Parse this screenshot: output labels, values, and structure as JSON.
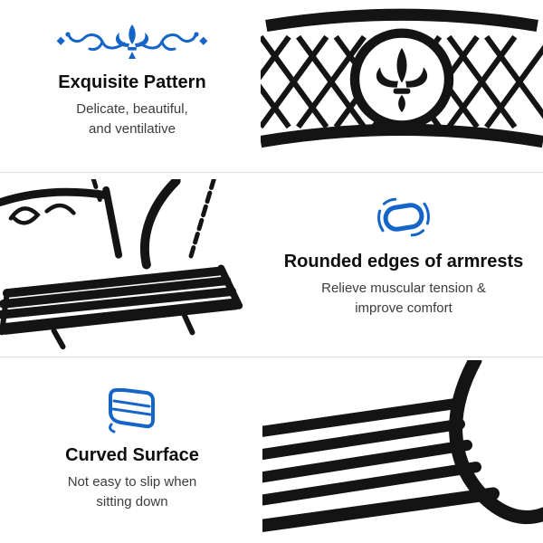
{
  "colors": {
    "accent": "#1565c8",
    "ink": "#141414",
    "heading": "#0e0e0e",
    "body_text": "#3c3c3c",
    "divider": "#dcdcdc",
    "background": "#ffffff"
  },
  "sections": [
    {
      "id": "pattern",
      "icon": "ornamental-scroll-icon",
      "heading": "Exquisite Pattern",
      "line1": "Delicate, beautiful,",
      "line2": "and ventilative",
      "photo": "bench-backrest-pattern-photo"
    },
    {
      "id": "armrests",
      "icon": "rounded-armrest-icon",
      "heading": "Rounded edges of armrests",
      "line1": "Relieve muscular tension &",
      "line2": "improve comfort",
      "photo": "hanging-bench-swing-photo"
    },
    {
      "id": "surface",
      "icon": "curved-surface-icon",
      "heading": "Curved Surface",
      "line1": "Not easy to slip when",
      "line2": "sitting down",
      "photo": "curved-seat-closeup-photo"
    }
  ]
}
